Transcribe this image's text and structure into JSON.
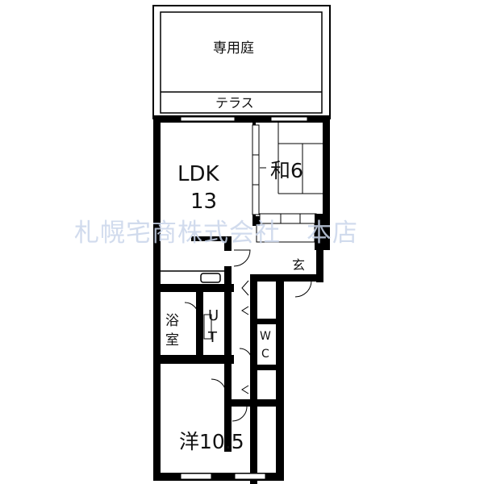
{
  "rooms": {
    "garden": "専用庭",
    "terrace": "テラス",
    "ldk_name": "LDK",
    "ldk_size": "13",
    "washitsu": "和6",
    "entrance": "玄",
    "bath_1": "浴",
    "bath_2": "室",
    "ut_1": "U",
    "ut_2": "T",
    "wc_1": "W",
    "wc_2": "C",
    "western": "洋10.5"
  },
  "watermark": "札幌宅商株式会社　本店",
  "colors": {
    "wall": "#000000",
    "watermark": "#c9d5ea"
  }
}
